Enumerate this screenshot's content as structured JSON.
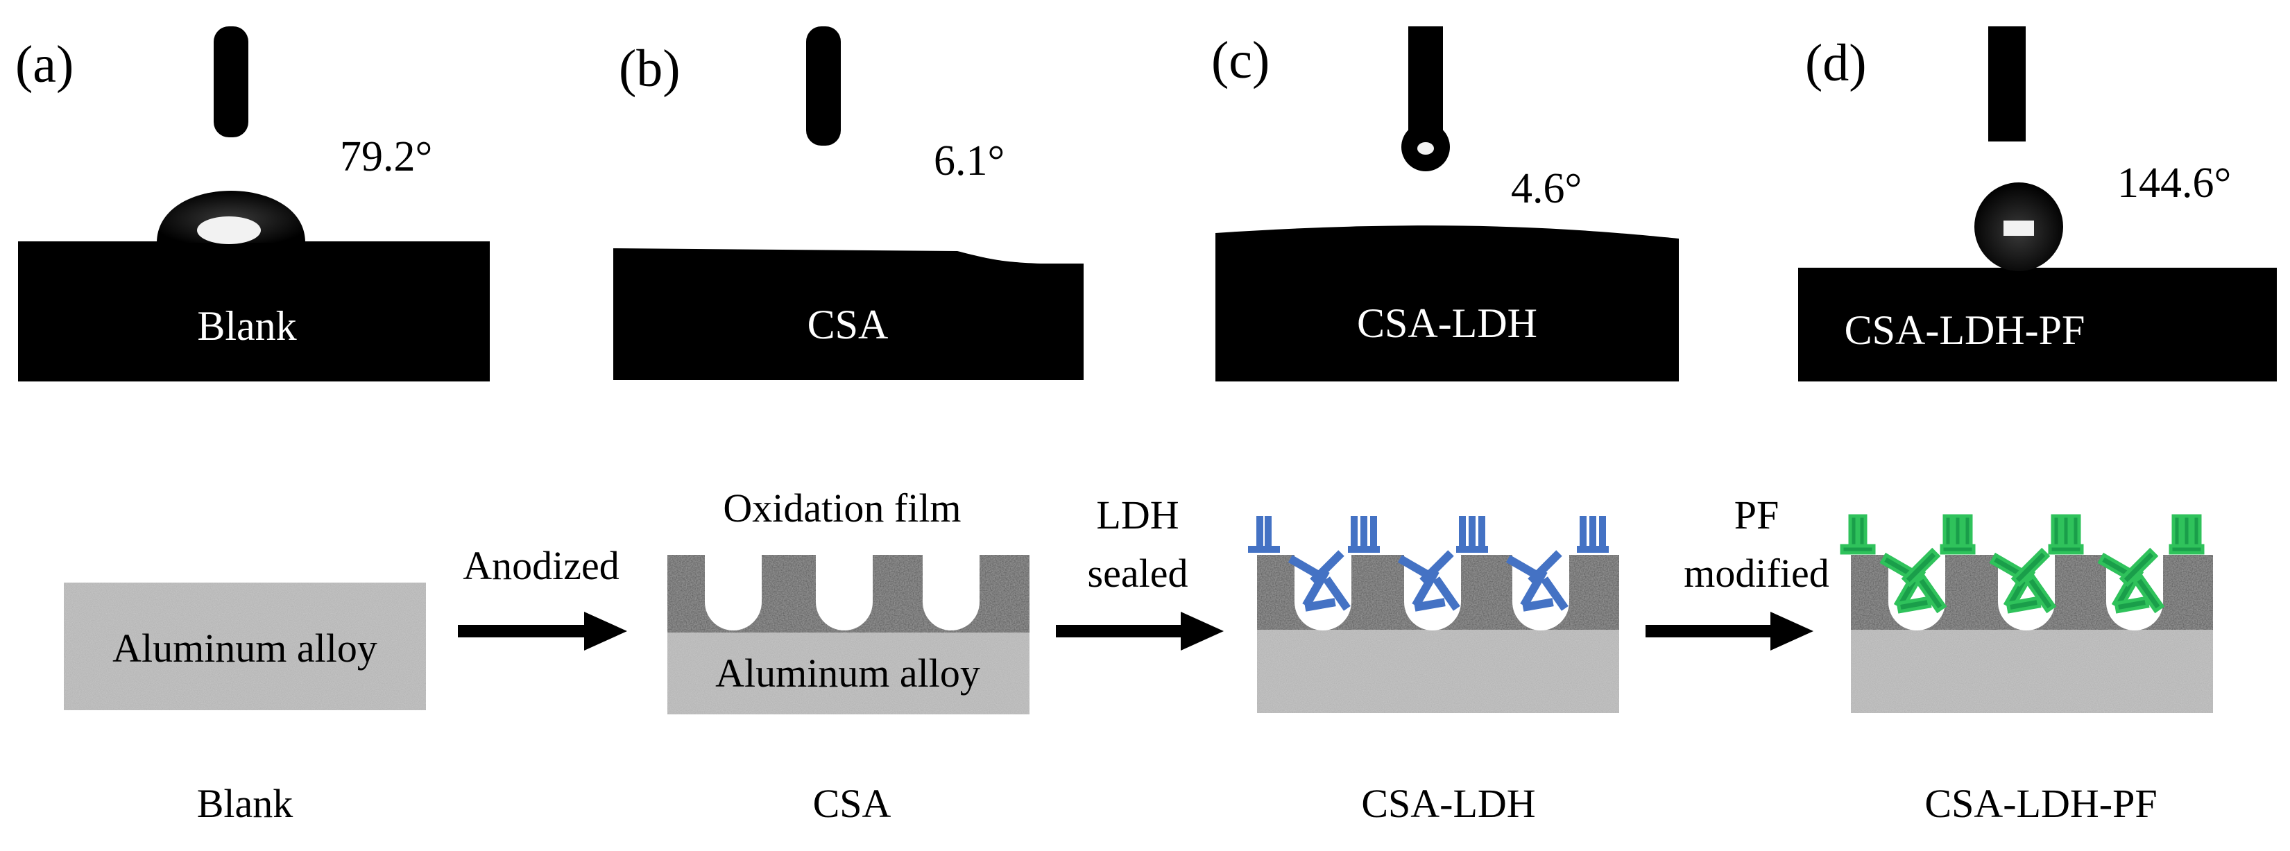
{
  "panels": [
    {
      "letter": "(a)",
      "angle": "79.2°",
      "name": "Blank"
    },
    {
      "letter": "(b)",
      "angle": "6.1°",
      "name": "CSA"
    },
    {
      "letter": "(c)",
      "angle": "4.6°",
      "name": "CSA-LDH"
    },
    {
      "letter": "(d)",
      "angle": "144.6°",
      "name": "CSA-LDH-PF"
    }
  ],
  "schematic": {
    "substrate_label": "Aluminum alloy",
    "film_label": "Oxidation film",
    "alloy_label_2": "Aluminum alloy",
    "arrows": [
      {
        "line1": "Anodized",
        "line2": ""
      },
      {
        "line1": "LDH",
        "line2": "sealed"
      },
      {
        "line1": "PF",
        "line2": "modified"
      }
    ],
    "captions": [
      "Blank",
      "CSA",
      "CSA-LDH",
      "CSA-LDH-PF"
    ]
  },
  "colors": {
    "ldh": "#4472c4",
    "pf": "#1a9e4a",
    "substrate": "#c8c8c8",
    "film": "#8a8a8a",
    "ink": "#000000"
  }
}
